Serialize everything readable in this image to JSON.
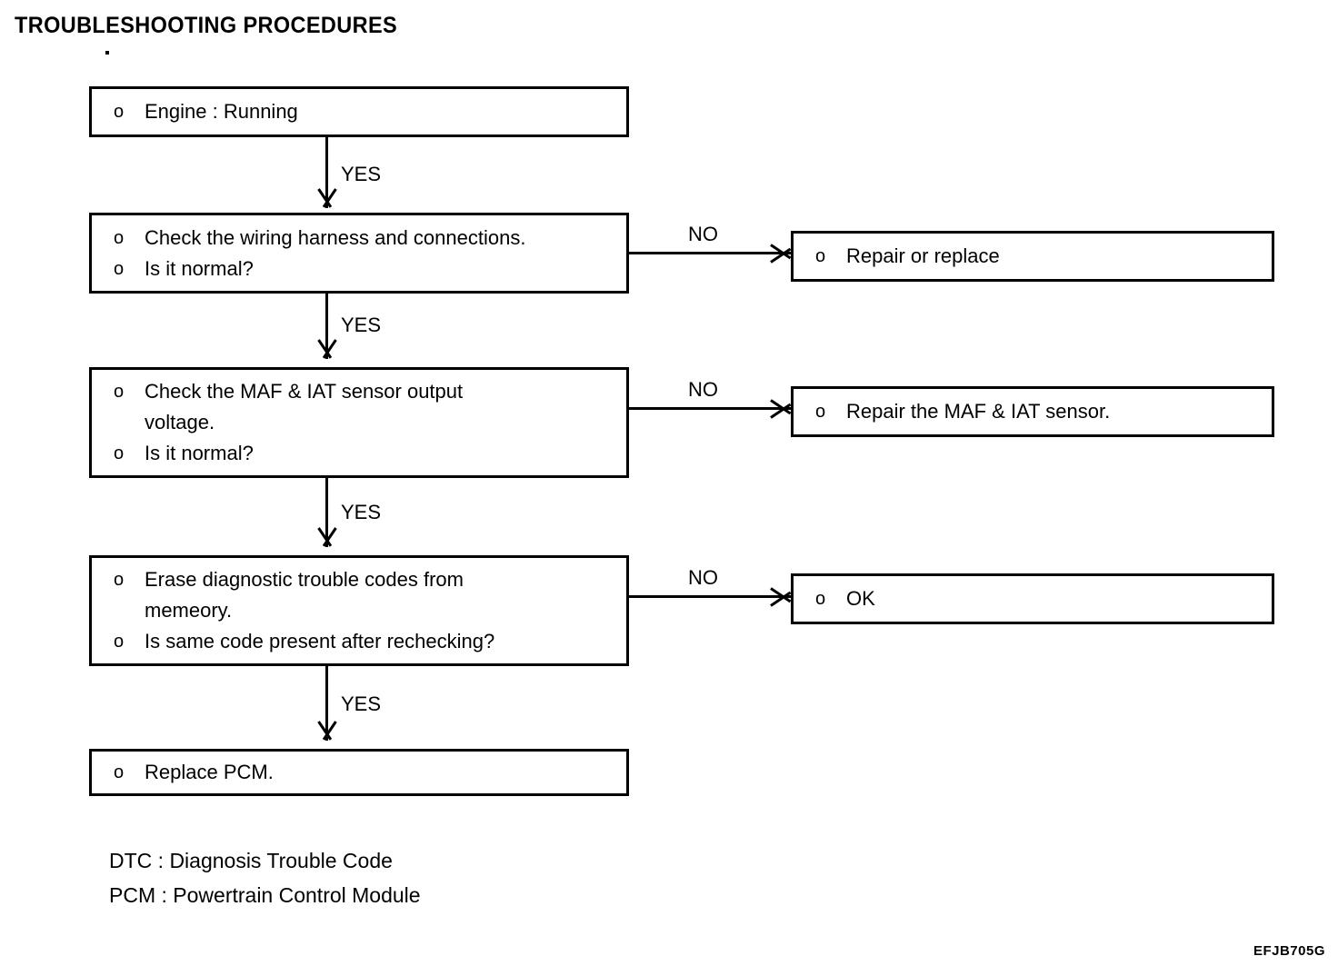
{
  "page": {
    "title": "TROUBLESHOOTING PROCEDURES",
    "figure_reference": "EFJB705G"
  },
  "flowchart": {
    "type": "troubleshooting-flowchart",
    "steps": [
      {
        "id": "step-engine",
        "lines": [
          "Engine : Running"
        ],
        "bullet": "o"
      },
      {
        "id": "step-wiring",
        "lines": [
          "Check the wiring harness and connections.",
          "Is it normal?"
        ],
        "bullet": "o"
      },
      {
        "id": "step-maf-iat",
        "lines": [
          "Check the MAF & IAT sensor output",
          "Is it normal?"
        ],
        "continuation": "voltage.",
        "bullet": "o"
      },
      {
        "id": "step-erase-dtc",
        "lines": [
          "Erase diagnostic trouble codes from",
          "Is same code present after rechecking?"
        ],
        "continuation": "memeory.",
        "bullet": "o"
      },
      {
        "id": "step-replace-pcm",
        "lines": [
          "Replace PCM."
        ],
        "bullet": "o"
      }
    ],
    "outcomes": [
      {
        "id": "outcome-repair-replace",
        "label": "Repair or replace",
        "bullet": "o"
      },
      {
        "id": "outcome-repair-maf-iat",
        "label": "Repair the MAF & IAT sensor.",
        "bullet": "o"
      },
      {
        "id": "outcome-ok",
        "label": "OK",
        "bullet": "o"
      }
    ],
    "edge_labels": {
      "yes": "YES",
      "no": "NO"
    }
  },
  "legend": {
    "lines": [
      "DTC : Diagnosis Trouble Code",
      "PCM : Powertrain Control Module"
    ]
  }
}
